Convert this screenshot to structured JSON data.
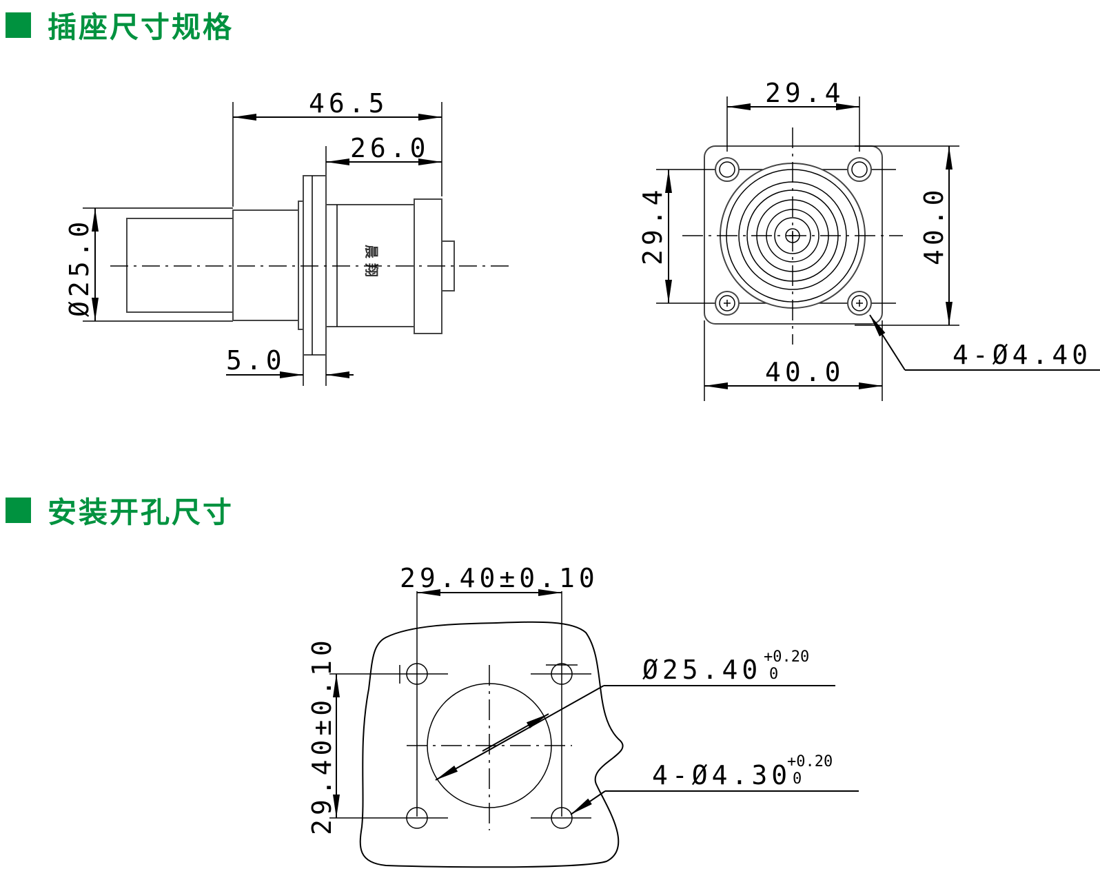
{
  "sections": {
    "socket": {
      "title": "插座尺寸规格"
    },
    "cutout": {
      "title": "安装开孔尺寸"
    }
  },
  "side_view": {
    "dim_total_length": "46.5",
    "dim_body_length": "26.0",
    "dim_flange_thickness": "5.0",
    "dim_diameter": "Ø25.0",
    "brand_mark": "晨 翔"
  },
  "front_view": {
    "dim_hole_spacing_top": "29.4",
    "dim_hole_spacing_left": "29.4",
    "dim_height": "40.0",
    "dim_width": "40.0",
    "dim_holes": "4-Ø4.40"
  },
  "cutout_view": {
    "dim_hole_spacing_top": "29.40±0.10",
    "dim_hole_spacing_left": "29.40±0.10",
    "dim_center_hole_main": "Ø25.40",
    "dim_center_hole_tol_upper": "+0.20",
    "dim_center_hole_tol_lower": "0",
    "dim_holes_main": "4-Ø4.30",
    "dim_holes_tol_upper": "+0.20",
    "dim_holes_tol_lower": "0"
  },
  "colors": {
    "accent": "#00923f",
    "line": "#000000"
  }
}
